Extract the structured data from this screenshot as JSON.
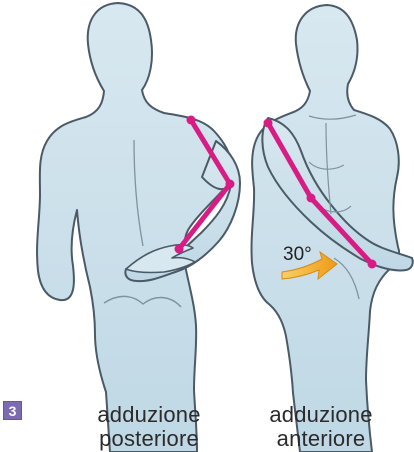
{
  "figure": {
    "number_label": "3",
    "left_caption_line1": "adduzione",
    "left_caption_line2": "posteriore",
    "right_caption_line1": "adduzione",
    "right_caption_line2": "anteriore",
    "angle_label": "30°"
  },
  "colors": {
    "body_fill": "#c8dfea",
    "body_outline": "#4b5a67",
    "limb_line": "#d81c83",
    "arrow_fill": "#f2a51c",
    "badge_fill": "#7d6bb1"
  }
}
